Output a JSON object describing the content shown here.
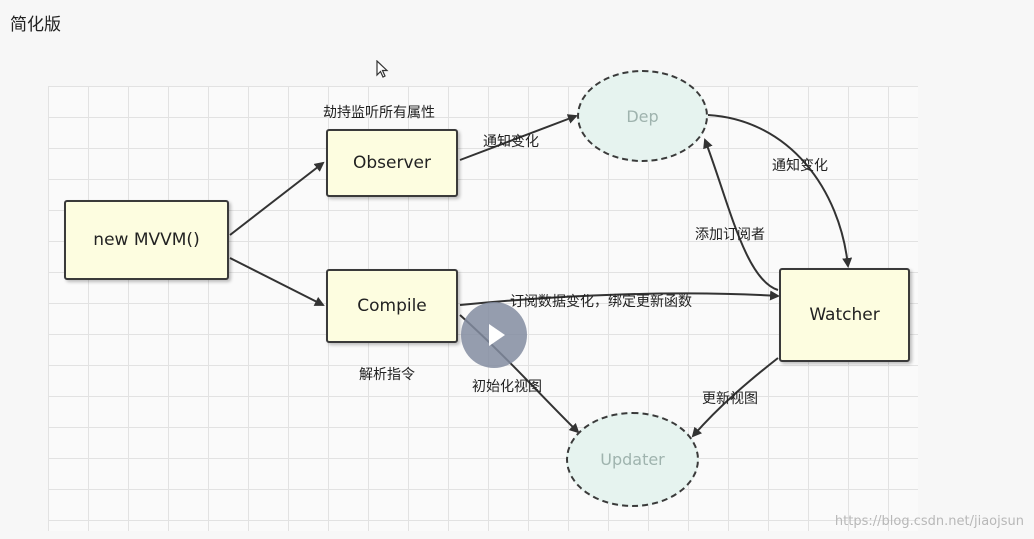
{
  "page_title": "简化版",
  "nodes": {
    "mvvm": "new MVVM()",
    "observer": "Observer",
    "compile": "Compile",
    "watcher": "Watcher",
    "dep": "Dep",
    "updater": "Updater"
  },
  "labels": {
    "observer_caption": "劫持监听所有属性",
    "compile_caption": "解析指令",
    "observer_to_dep": "通知变化",
    "dep_to_watcher": "通知变化",
    "watcher_to_dep": "添加订阅者",
    "compile_to_watcher": "订阅数据变化，绑定更新函数",
    "compile_to_updater": "初始化视图",
    "watcher_to_updater": "更新视图"
  },
  "watermark": "https://blog.csdn.net/jiaojsun",
  "icons": [
    "cursor-icon",
    "play-icon"
  ]
}
